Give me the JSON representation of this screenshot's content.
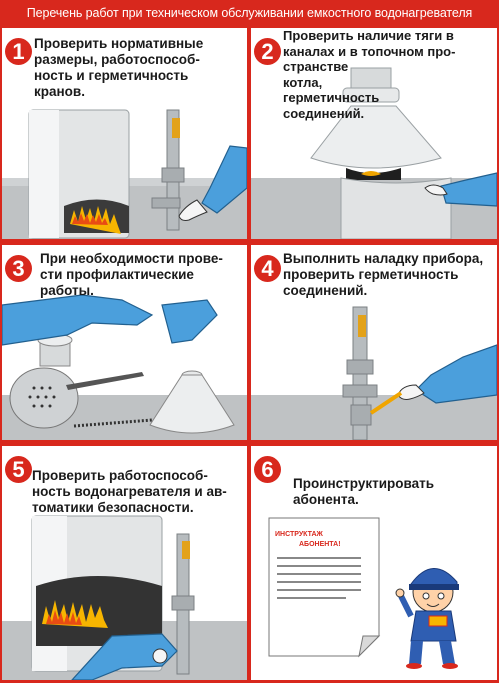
{
  "header": {
    "title": "Перечень работ при техническом обслуживании емкостного водонагревателя"
  },
  "steps": [
    {
      "number": "1",
      "text": "Проверить нормативные\nразмеры, работоспособ-\nность и герметичность\nкранов."
    },
    {
      "number": "2",
      "text": "Проверить наличие тяги в\nканалах и в топочном про-\nстранстве\nкотла,\nгерметичность\nсоединений."
    },
    {
      "number": "3",
      "text": "При необходимости прове-\nсти профилактические\nработы."
    },
    {
      "number": "4",
      "text": "Выполнить наладку прибора,\nпроверить герметичность\nсоединений."
    },
    {
      "number": "5",
      "text": "Проверить работоспособ-\nность водонагревателя и ав-\nтоматики безопасности."
    },
    {
      "number": "6",
      "text": "Проинструктировать\nабонента."
    }
  ],
  "document": {
    "line1": "ИНСТРУКТАЖ",
    "line2": "АБОНЕНТА!"
  },
  "colors": {
    "accent": "#d8281d",
    "sleeve": "#4b9fdc",
    "floor": "#bfc2c4"
  }
}
